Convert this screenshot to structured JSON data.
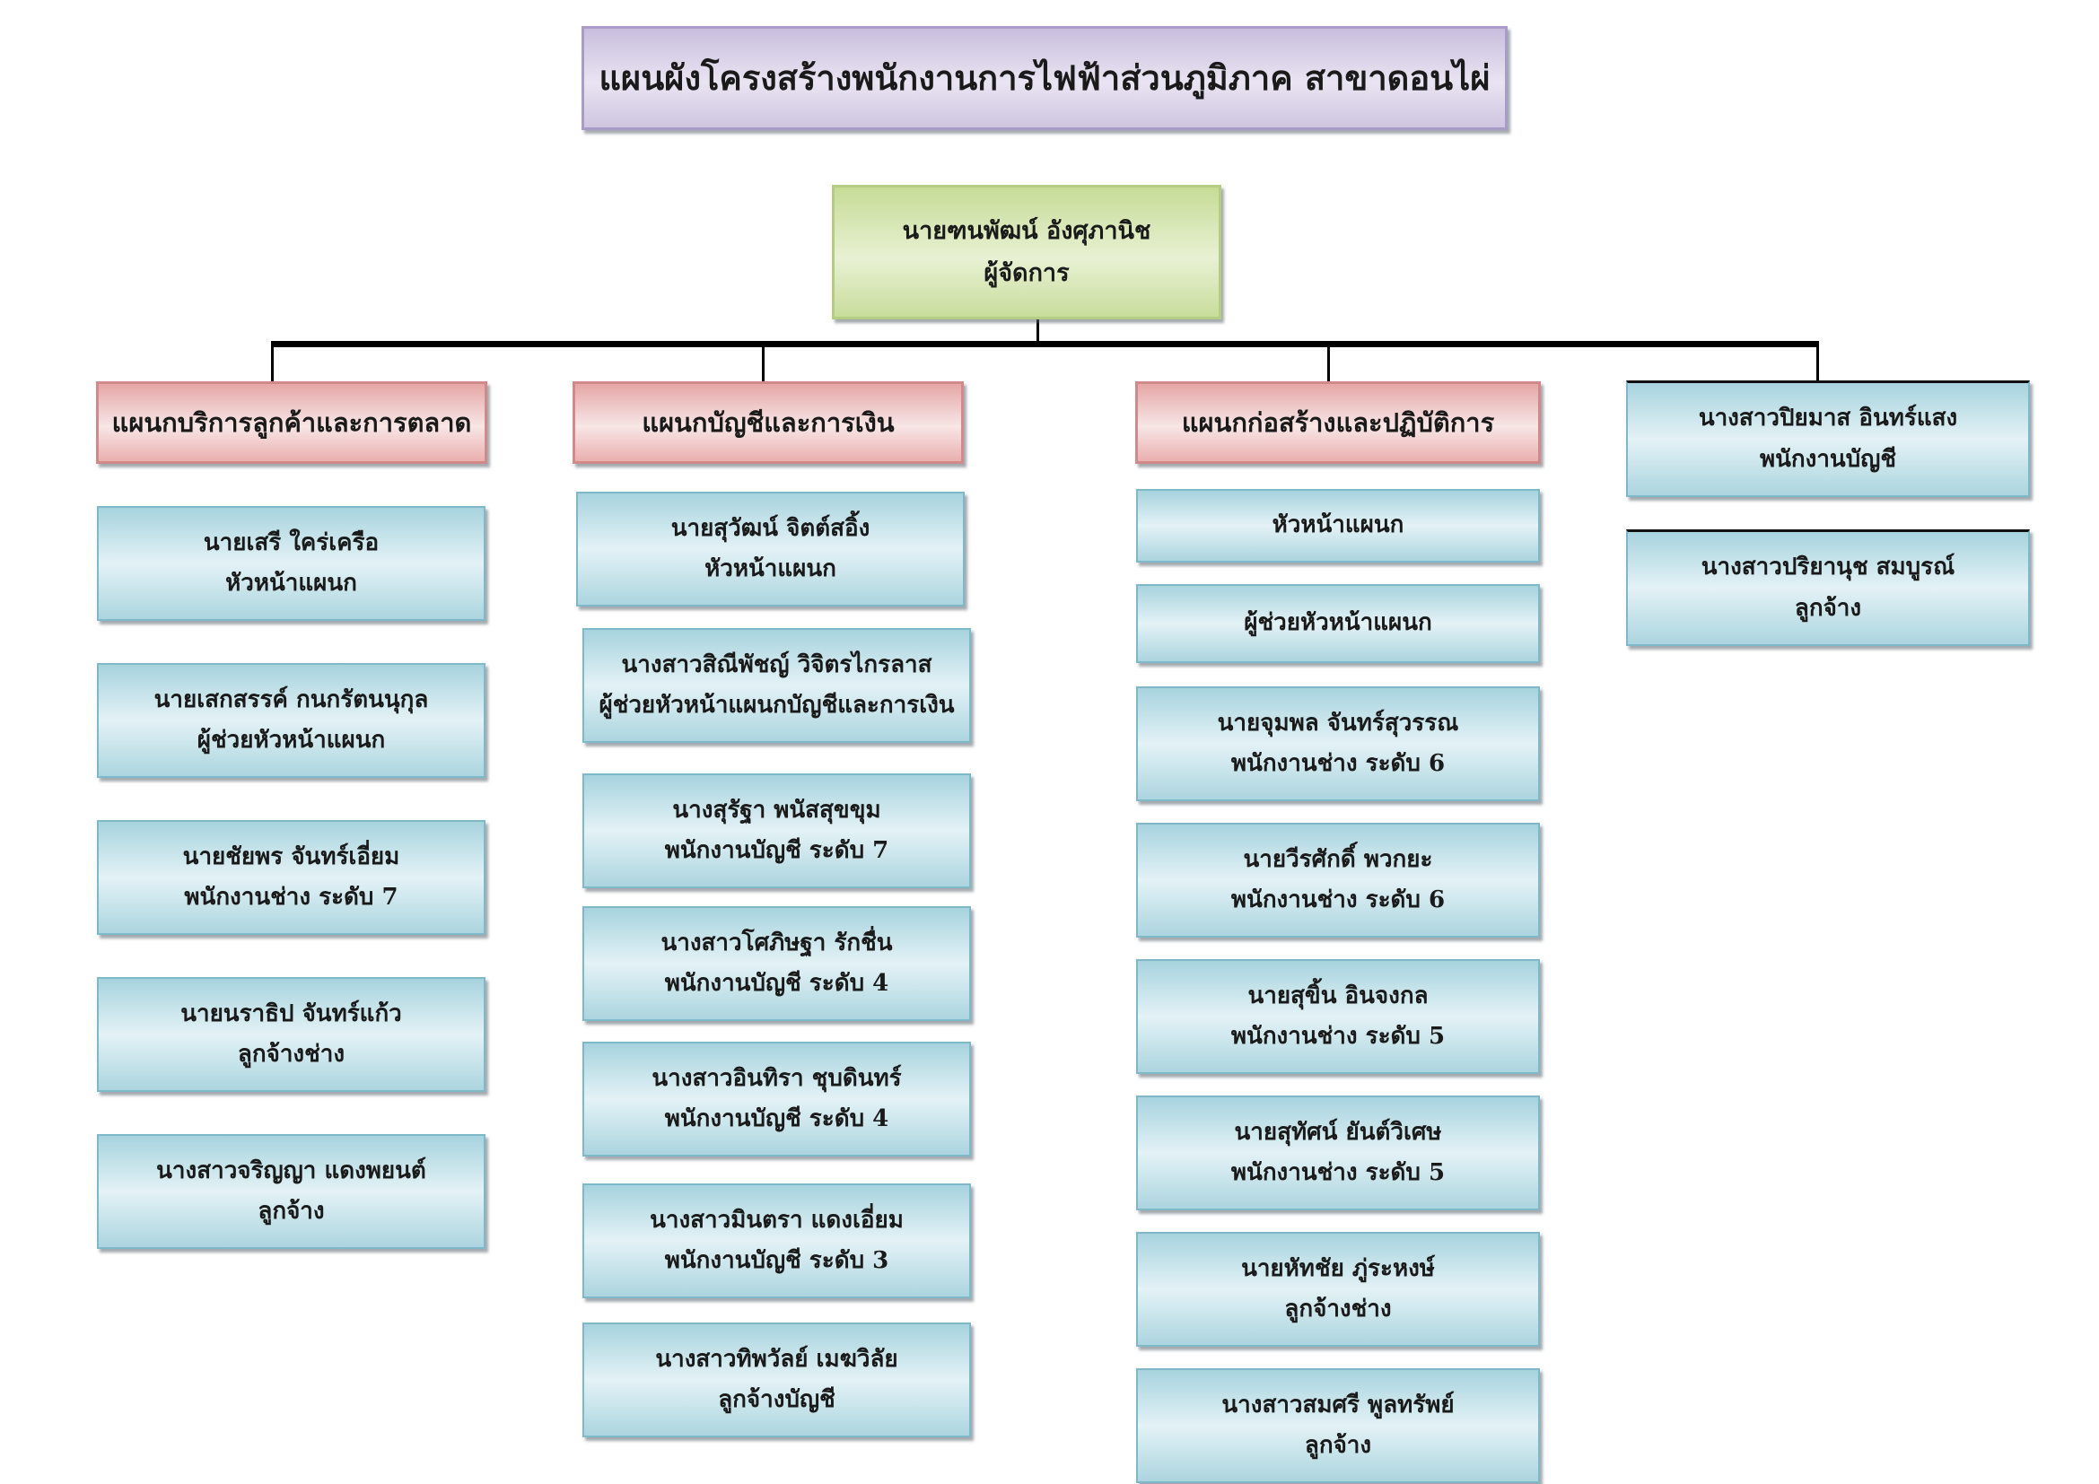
{
  "title": "แผนผังโครงสร้างพนักงานการไฟฟ้าส่วนภูมิภาค สาขาดอนไผ่",
  "manager": {
    "name": "นายฑนพัฒน์ อังศุภานิช",
    "position": "ผู้จัดการ"
  },
  "departments": [
    {
      "name": "แผนกบริการลูกค้าและการตลาด",
      "staff": [
        {
          "name": "นายเสรี ใคร่เครือ",
          "position": "หัวหน้าแผนก"
        },
        {
          "name": "นายเสกสรรค์ กนกรัตนนุกุล",
          "position": "ผู้ช่วยหัวหน้าแผนก"
        },
        {
          "name": "นายชัยพร จันทร์เอี่ยม",
          "position": "พนักงานช่าง ระดับ 7"
        },
        {
          "name": "นายนราธิป จันทร์แก้ว",
          "position": "ลูกจ้างช่าง"
        },
        {
          "name": "นางสาวจริญญา แดงพยนต์",
          "position": "ลูกจ้าง"
        }
      ]
    },
    {
      "name": "แผนกบัญชีและการเงิน",
      "staff": [
        {
          "name": "นายสุวัฒน์ จิตต์สอิ้ง",
          "position": "หัวหน้าแผนก"
        },
        {
          "name": "นางสาวสิณีพัชญ์ วิจิตรไกรลาส",
          "position": "ผู้ช่วยหัวหน้าแผนกบัญชีและการเงิน"
        },
        {
          "name": "นางสุรัฐา พนัสสุขขุม",
          "position": "พนักงานบัญชี ระดับ 7"
        },
        {
          "name": "นางสาวโศภิษฐา รักชื่น",
          "position": "พนักงานบัญชี ระดับ 4"
        },
        {
          "name": "นางสาวอินทิรา ชุบดินทร์",
          "position": "พนักงานบัญชี ระดับ 4"
        },
        {
          "name": "นางสาวมินตรา  แดงเอี่ยม",
          "position": "พนักงานบัญชี ระดับ 3"
        },
        {
          "name": "นางสาวทิพวัลย์  เมฆวิลัย",
          "position": "ลูกจ้างบัญชี"
        }
      ]
    },
    {
      "name": "แผนกก่อสร้างและปฏิบัติการ",
      "staff": [
        {
          "name": "หัวหน้าแผนก",
          "position": ""
        },
        {
          "name": "ผู้ช่วยหัวหน้าแผนก",
          "position": ""
        },
        {
          "name": "นายจุมพล จันทร์สุวรรณ",
          "position": "พนักงานช่าง ระดับ 6"
        },
        {
          "name": "นายวีรศักดิ์ พวกยะ",
          "position": "พนักงานช่าง ระดับ 6"
        },
        {
          "name": "นายสุขิ้น อินจงกล",
          "position": "พนักงานช่าง ระดับ 5"
        },
        {
          "name": "นายสุทัศน์ ยันต์วิเศษ",
          "position": "พนักงานช่าง ระดับ 5"
        },
        {
          "name": "นายหัทชัย ภู่ระหงษ์",
          "position": "ลูกจ้างช่าง"
        },
        {
          "name": "นางสาวสมศรี พูลทรัพย์",
          "position": "ลูกจ้าง"
        }
      ]
    },
    {
      "name": "",
      "staff": [
        {
          "name": "นางสาวปิยมาส อินทร์แสง",
          "position": "พนักงานบัญชี"
        },
        {
          "name": "นางสาวปริยานุช สมบูรณ์",
          "position": "ลูกจ้าง"
        }
      ]
    }
  ]
}
